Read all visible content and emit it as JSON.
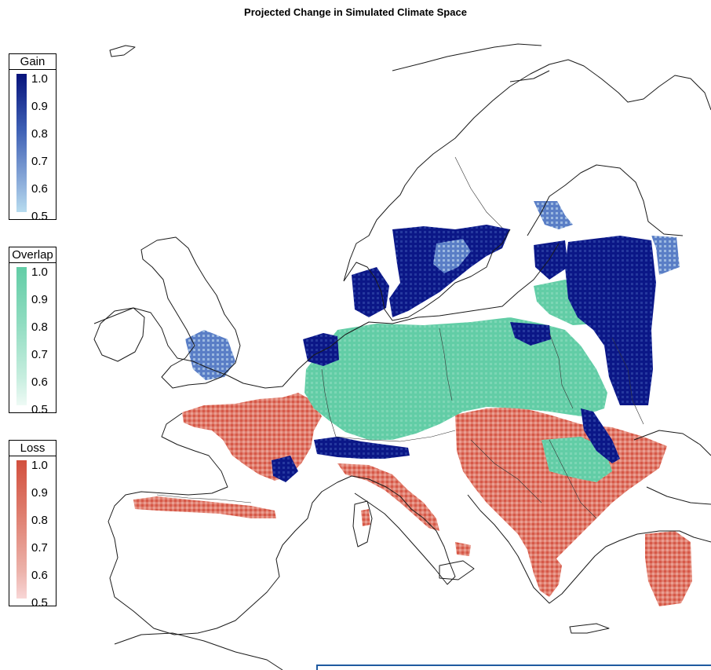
{
  "title": "Projected Change in Simulated Climate Space",
  "legends": [
    {
      "id": "gain",
      "title": "Gain",
      "color_low": "#b7dcef",
      "color_high": "#06127b",
      "labels": [
        "1.0",
        "0.9",
        "0.8",
        "0.7",
        "0.6",
        "0.5"
      ]
    },
    {
      "id": "overlap",
      "title": "Overlap",
      "color_low": "#eefaf5",
      "color_high": "#62cda6",
      "labels": [
        "1.0",
        "0.9",
        "0.8",
        "0.7",
        "0.6",
        "0.5"
      ]
    },
    {
      "id": "loss",
      "title": "Loss",
      "color_low": "#f8d6d6",
      "color_high": "#d2503e",
      "labels": [
        "1.0",
        "0.9",
        "0.8",
        "0.7",
        "0.6",
        "0.5"
      ]
    }
  ],
  "colors": {
    "gain": "#0b1787",
    "gain_light": "#5a7ec6",
    "overlap": "#62cda6",
    "loss": "#dc6a5a",
    "loss_light": "#eba59a",
    "coastline": "#1a1a1a",
    "frame": "#1f5aa0"
  }
}
